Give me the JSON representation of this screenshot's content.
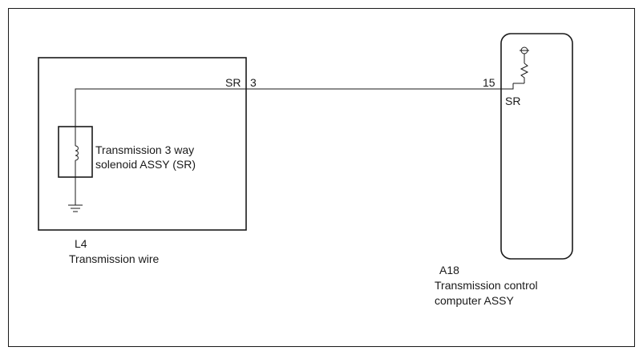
{
  "left_component": {
    "connector_id": "L4",
    "connector_name": "Transmission wire",
    "pin_name": "SR",
    "pin_number": "3",
    "solenoid_name_line1": "Transmission 3 way",
    "solenoid_name_line2": "solenoid ASSY (SR)"
  },
  "right_component": {
    "connector_id": "A18",
    "name_line1": "Transmission control",
    "name_line2": "computer ASSY",
    "pin_number": "15",
    "pin_name": "SR"
  },
  "colors": {
    "line": "#1a1a1a",
    "background": "#ffffff"
  }
}
